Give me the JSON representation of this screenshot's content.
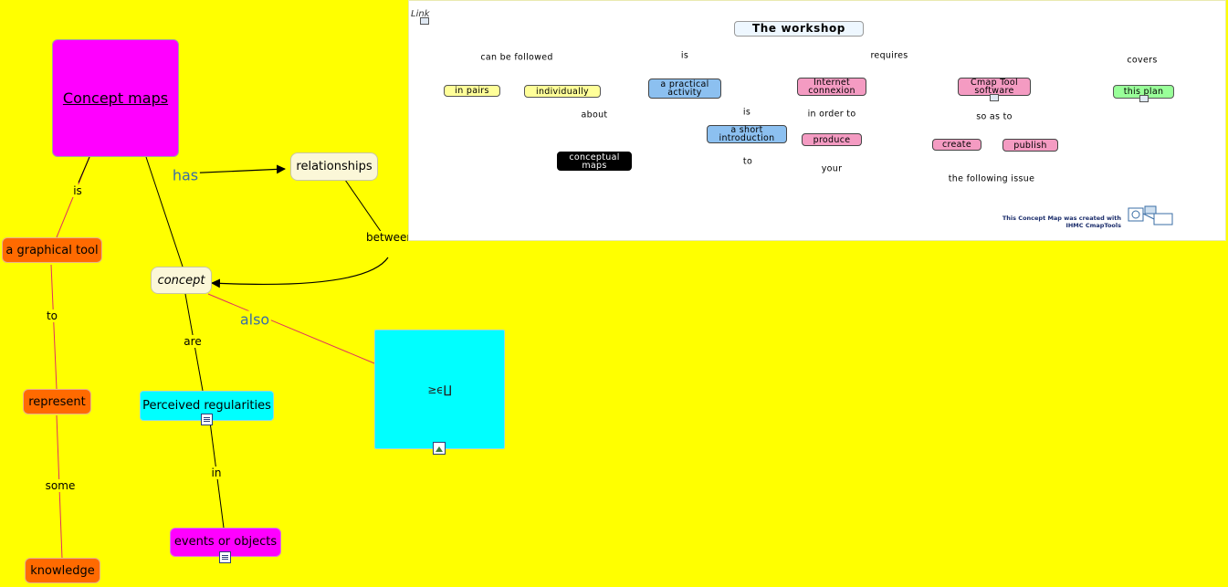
{
  "main_map": {
    "nodes": {
      "concept_maps": "Concept maps",
      "graphical_tool": "a graphical tool",
      "represent": "represent",
      "knowledge": "knowledge",
      "relationships": "relationships",
      "concept": "concept",
      "perceived": "Perceived regularities",
      "events": "events or objects",
      "cyan_box": "≥ϵ∐"
    },
    "links": {
      "is": "is",
      "to": "to",
      "some": "some",
      "has": "has",
      "between": "between",
      "are": "are",
      "in": "in",
      "also": "also"
    }
  },
  "workshop_map": {
    "link_label": "Link",
    "nodes": {
      "workshop": "The workshop",
      "in_pairs": "in pairs",
      "individually": "individually",
      "practical": "a practical activity",
      "internet": "Internet connexion",
      "cmap_tool": "Cmap Tool software",
      "this_plan": "this plan",
      "conceptual": "conceptual maps",
      "short_intro": "a short introduction",
      "produce": "produce",
      "create": "create",
      "publish": "publish"
    },
    "links": {
      "can_be_followed": "can be followed",
      "is1": "is",
      "requires": "requires",
      "covers": "covers",
      "about": "about",
      "is2": "is",
      "in_order_to": "in order to",
      "so_as_to": "so as to",
      "to": "to",
      "your": "your",
      "following_issue": "the following issue"
    },
    "credit_line1": "This Concept Map was created with",
    "credit_line2": "IHMC CmapTools"
  }
}
